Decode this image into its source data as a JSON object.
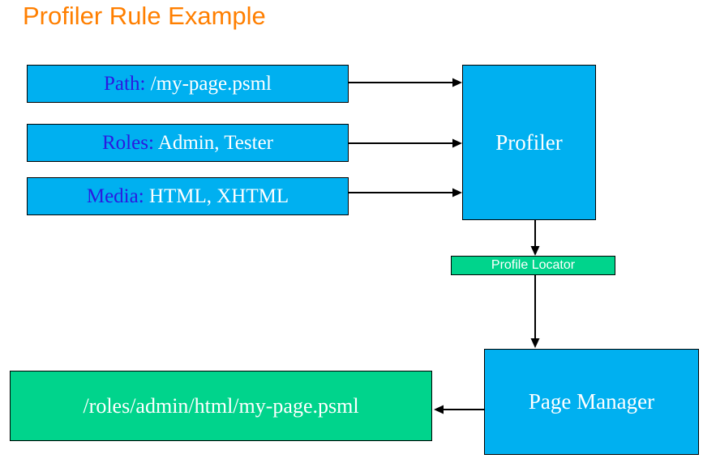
{
  "title": "Profiler Rule Example",
  "colors": {
    "title": "#ff7f00",
    "node_fill": "#00b0f0",
    "result_fill": "#00d48c",
    "key_text": "#2b1ae0",
    "value_text": "#ffffff",
    "stroke": "#000000"
  },
  "inputs": [
    {
      "key": "Path:",
      "value": " /my-page.psml"
    },
    {
      "key": "Roles:",
      "value": " Admin, Tester"
    },
    {
      "key": "Media:",
      "value": " HTML, XHTML"
    }
  ],
  "nodes": {
    "profiler": "Profiler",
    "page_manager": "Page Manager"
  },
  "locator": "Profile Locator",
  "result": "/roles/admin/html/my-page.psml"
}
